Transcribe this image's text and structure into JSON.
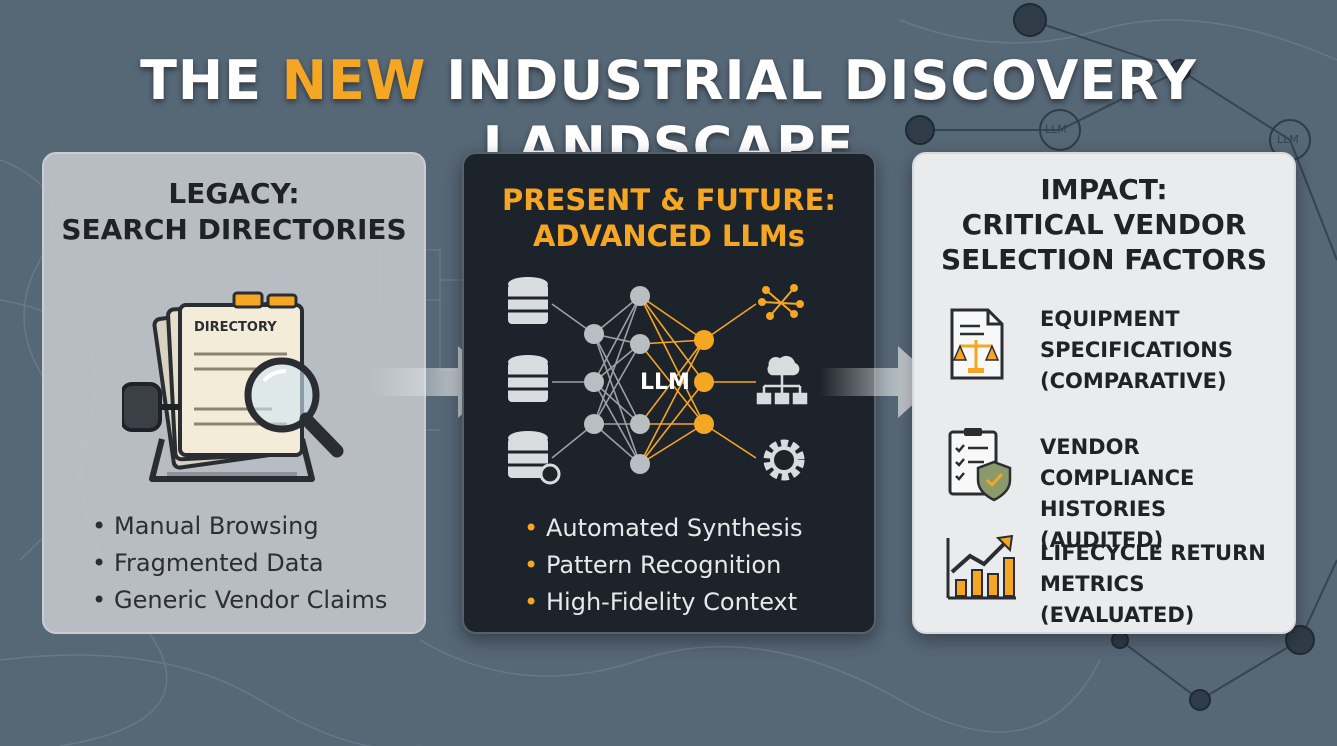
{
  "title": {
    "part1": "THE ",
    "accent": "NEW",
    "part2": " INDUSTRIAL DISCOVERY LANDSCAPE"
  },
  "legacy": {
    "heading_line1": "LEGACY:",
    "heading_line2": "SEARCH DIRECTORIES",
    "card_label": "DIRECTORY",
    "bullets": [
      "Manual Browsing",
      "Fragmented Data",
      "Generic Vendor Claims"
    ]
  },
  "llm": {
    "heading_line1": "PRESENT & FUTURE:",
    "heading_line2": "ADVANCED LLMs",
    "network_label": "LLM",
    "bullets": [
      "Automated Synthesis",
      "Pattern Recognition",
      "High-Fidelity Context"
    ]
  },
  "impact": {
    "heading_line1": "IMPACT:",
    "heading_line2": "CRITICAL VENDOR",
    "heading_line3": "SELECTION FACTORS",
    "factors": [
      {
        "line1": "EQUIPMENT",
        "line2": "SPECIFICATIONS",
        "line3": "(COMPARATIVE)",
        "icon": "document-scales-icon"
      },
      {
        "line1": "VENDOR COMPLIANCE",
        "line2": "HISTORIES (AUDITED)",
        "icon": "checklist-shield-icon"
      },
      {
        "line1": "LIFECYCLE RETURN",
        "line2": "METRICS (EVALUATED)",
        "icon": "growth-chart-icon"
      }
    ]
  },
  "background": {
    "node_label_1": "LLM",
    "node_label_2": "LLM"
  },
  "colors": {
    "accent": "#f5a623",
    "background": "#566776",
    "dark_panel": "#1d232a",
    "light_panel": "#e9ebec"
  }
}
